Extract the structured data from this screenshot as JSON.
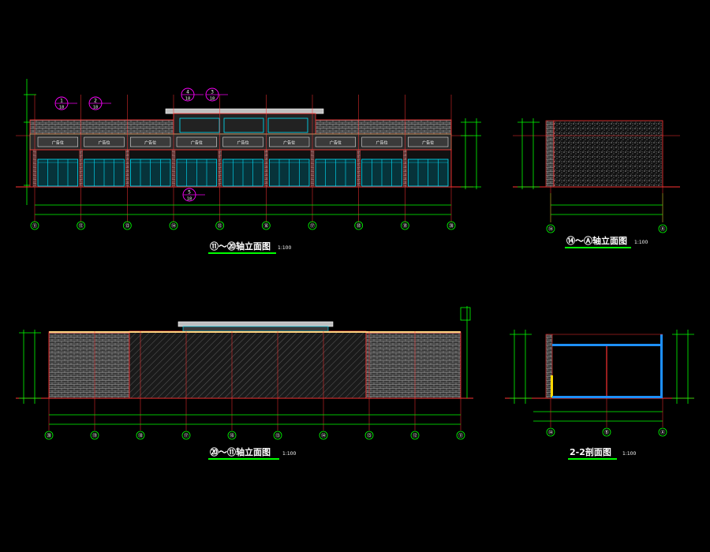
{
  "colors": {
    "background": "#000000",
    "dimension": "#00ff00",
    "axis_line": "#ff0000",
    "wall_outline": "#ff3333",
    "facade_brick": "#bdbdbd",
    "glass": "#00e5ff",
    "section_cut": "#1e90ff",
    "callout": "#ff00ff",
    "title_underline": "#00ff00",
    "text": "#ffffff",
    "sign_band": "#ffd27f"
  },
  "drawings": {
    "front_elevation": {
      "title": "⑪～⑳轴立面图",
      "scale": "1:100",
      "axes": [
        "⑪",
        "⑫",
        "⑬",
        "⑭",
        "⑮",
        "⑯",
        "⑰",
        "⑱",
        "⑲",
        "⑳"
      ],
      "shop_sign": "广告位",
      "callouts": [
        {
          "num": "1",
          "sheet": "18"
        },
        {
          "num": "2",
          "sheet": "18"
        },
        {
          "num": "4",
          "sheet": "18"
        },
        {
          "num": "3",
          "sheet": "18"
        },
        {
          "num": "5",
          "sheet": "18"
        }
      ]
    },
    "side_elevation": {
      "title": "⑭～Ⓐ轴立面图",
      "scale": "1:100",
      "axes": [
        "⑭",
        "Ⓐ"
      ]
    },
    "rear_elevation": {
      "title": "⑳～⑪轴立面图",
      "scale": "1:100",
      "axes": [
        "⑳",
        "⑲",
        "⑱",
        "⑰",
        "⑯",
        "⑮",
        "⑭",
        "⑬",
        "⑫",
        "⑪"
      ]
    },
    "section_22": {
      "title": "2-2剖面图",
      "scale": "1:100",
      "axes": [
        "⑭",
        "Ⓑ",
        "Ⓐ"
      ]
    }
  }
}
